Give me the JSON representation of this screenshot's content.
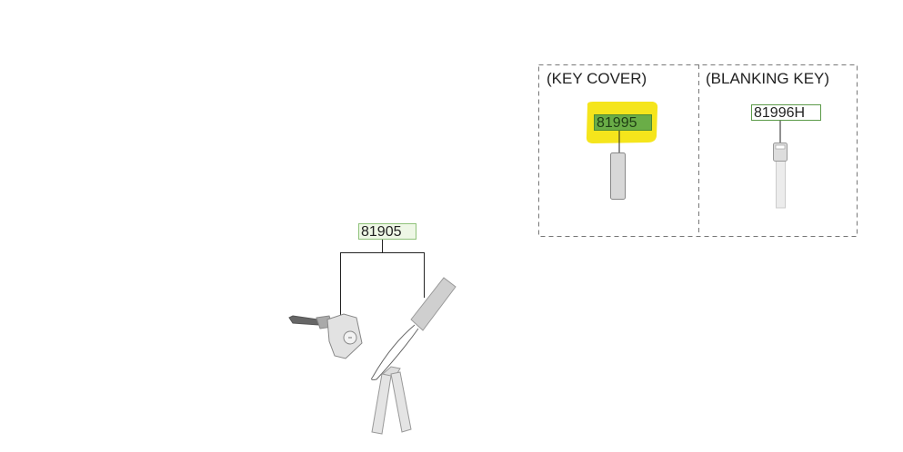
{
  "panels": {
    "key_cover": {
      "title": "(KEY COVER)",
      "part_number": "81995"
    },
    "blanking_key": {
      "title": "(BLANKING KEY)",
      "part_number": "81996H"
    }
  },
  "main_assembly": {
    "part_number": "81905"
  },
  "colors": {
    "highlight": "#f5e51c",
    "selected_label_fill": "#6aad47",
    "label_border": "#5b9a48",
    "label_fill": "#eef7e6"
  }
}
